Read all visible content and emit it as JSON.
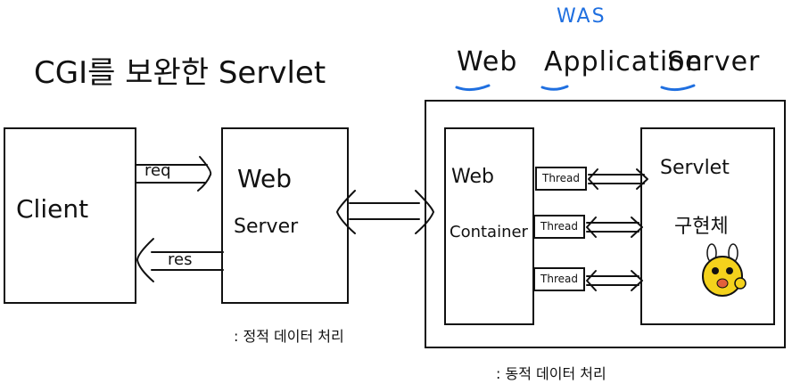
{
  "left_title": "CGI를 보완한 Servlet",
  "right_header": {
    "abbr": "WAS",
    "title_words": [
      "Web",
      "Application",
      "Server"
    ]
  },
  "client": {
    "label": "Client"
  },
  "web_server": {
    "line1": "Web",
    "line2": "Server",
    "note": ": 정적 데이터 처리"
  },
  "req_label": "req",
  "res_label": "res",
  "was_box": {
    "container_line1": "Web",
    "container_line2": "Container",
    "threads": [
      "Thread",
      "Thread",
      "Thread"
    ],
    "servlet_line1": "Servlet",
    "servlet_line2": "구현체",
    "note": ": 동적 데이터 처리"
  },
  "colors": {
    "accent": "#1f6fe0",
    "mascot_face": "#f4d21c",
    "stroke": "#111111"
  },
  "icons": [
    "mascot-thumbs-up-icon"
  ]
}
